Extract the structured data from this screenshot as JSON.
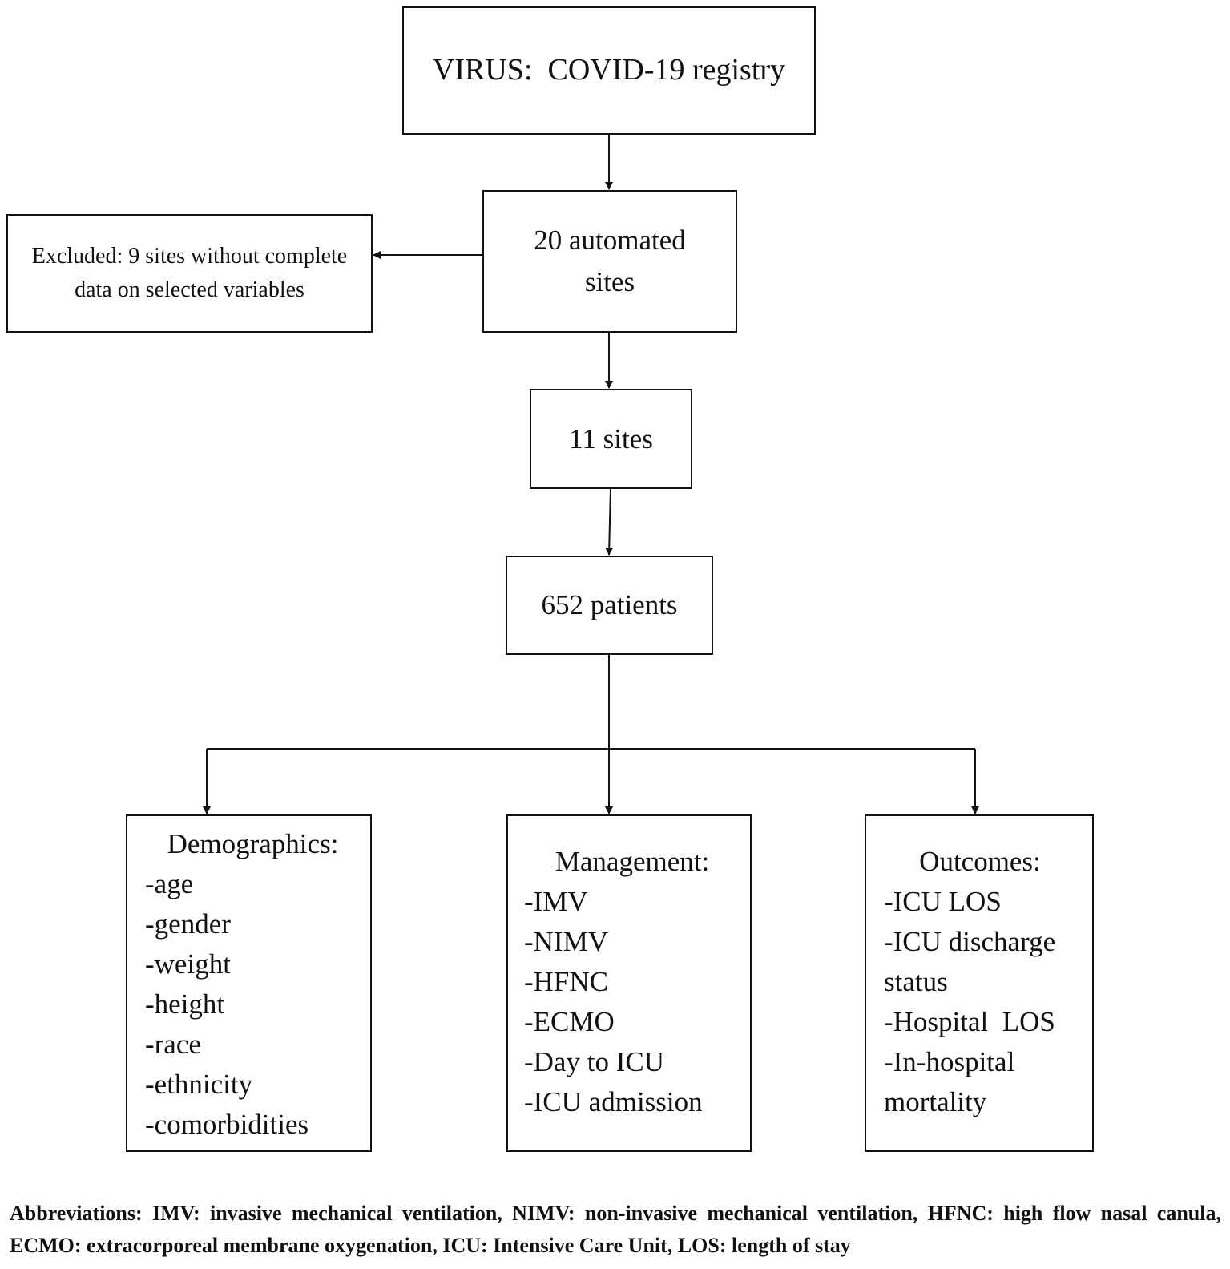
{
  "nodes": {
    "registry": "VIRUS:  COVID-19 registry",
    "automated_sites": "20 automated sites",
    "excluded": "Excluded: 9 sites without complete data on selected variables",
    "sites": "11 sites",
    "patients": "652 patients"
  },
  "demographics": {
    "title": "Demographics:",
    "items": [
      "-age",
      "-gender",
      "-weight",
      "-height",
      "-race",
      "-ethnicity",
      "-comorbidities"
    ]
  },
  "management": {
    "title": "Management:",
    "items": [
      "-IMV",
      "-NIMV",
      "-HFNC",
      "-ECMO",
      "-Day to ICU",
      "-ICU admission"
    ]
  },
  "outcomes": {
    "title": "Outcomes:",
    "items": [
      "-ICU LOS",
      "-ICU discharge status",
      "-Hospital  LOS",
      "-In-hospital mortality"
    ]
  },
  "footnote": "Abbreviations: IMV: invasive mechanical ventilation, NIMV: non-invasive mechanical ventilation, HFNC: high flow nasal canula, ECMO: extracorporeal membrane oxygenation, ICU: Intensive Care Unit, LOS: length of stay"
}
